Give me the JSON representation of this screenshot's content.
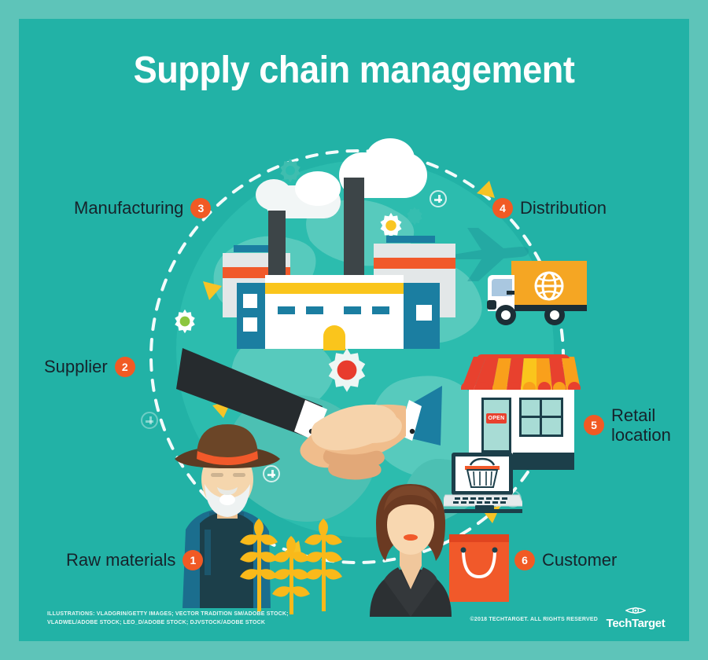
{
  "page": {
    "title": "Supply chain management",
    "background_outer": "#5ec4b9",
    "background_inner": "#22b2a6",
    "accent_orange": "#f15a24",
    "label_color": "#16232b"
  },
  "steps": [
    {
      "number": "1",
      "label": "Raw materials",
      "icon": "wheat-icon"
    },
    {
      "number": "2",
      "label": "Supplier",
      "icon": "farmer-icon"
    },
    {
      "number": "3",
      "label": "Manufacturing",
      "icon": "factory-icon"
    },
    {
      "number": "4",
      "label": "Distribution",
      "icon": "delivery-truck-icon"
    },
    {
      "number": "5",
      "label": "Retail location",
      "label_line1": "Retail",
      "label_line2": "location",
      "icon": "storefront-icon"
    },
    {
      "number": "6",
      "label": "Customer",
      "icon": "customer-icon"
    }
  ],
  "illustration": {
    "store_sign": "OPEN",
    "globe_color": "#2cbcae",
    "truck_box_color": "#f5a623",
    "bag_color": "#f1592a"
  },
  "footer": {
    "credits_line1": "ILLUSTRATIONS: VLADGRIN/GETTY IMAGES; VECTOR TRADITION SM/ADOBE STOCK;",
    "credits_line2": "VLADWEL/ADOBE STOCK; LEO_D/ADOBE STOCK; DJVSTOCK/ADOBE STOCK",
    "copyright": "©2018 TECHTARGET. ALL RIGHTS RESERVED",
    "brand": "TechTarget"
  }
}
